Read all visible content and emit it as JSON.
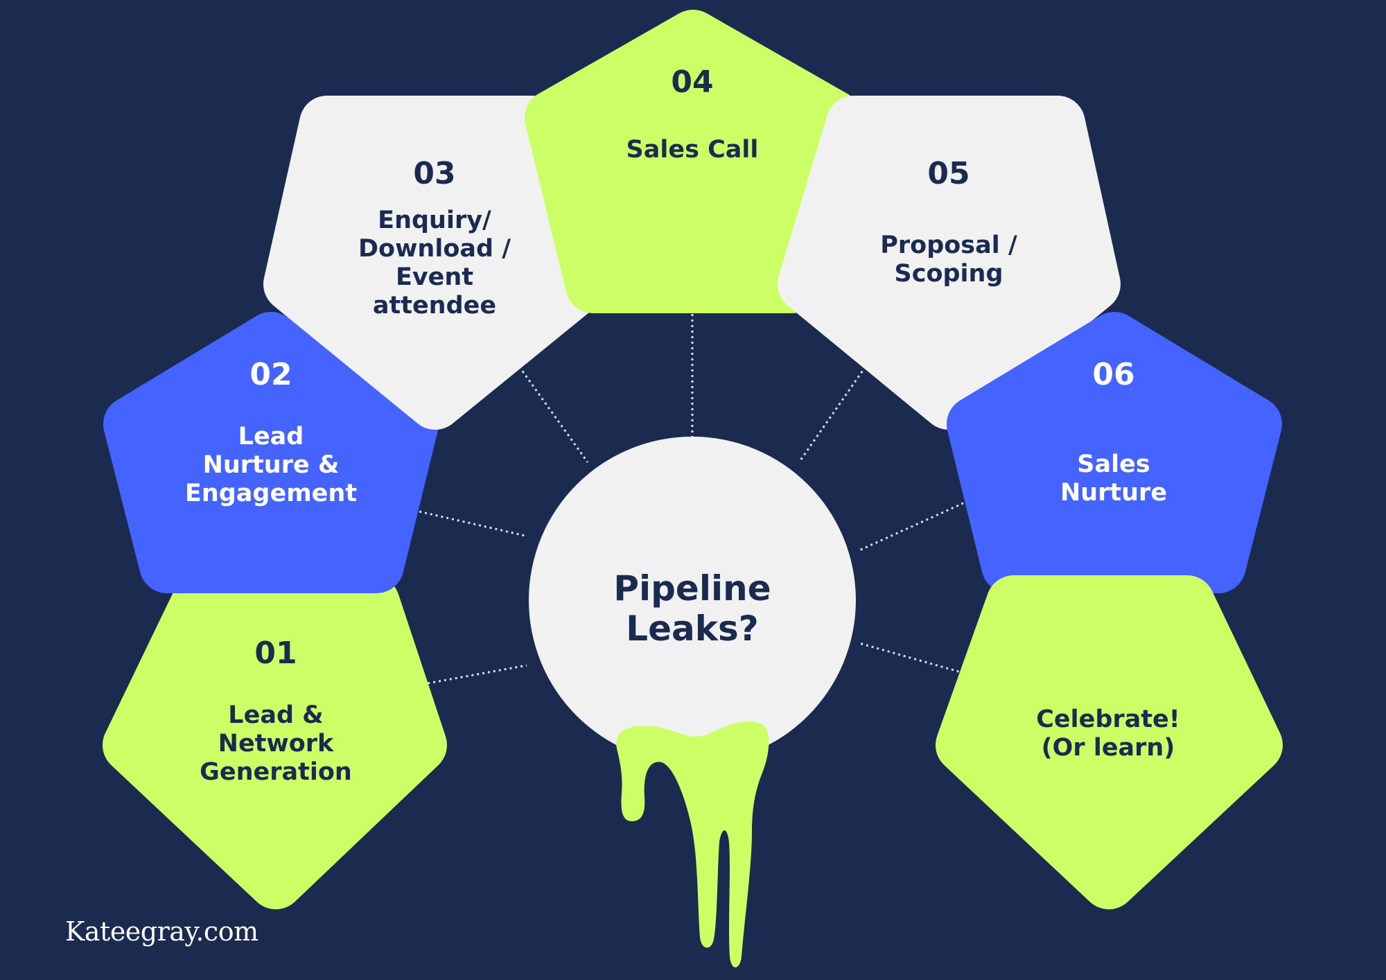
{
  "colors": {
    "background": "#1b2b50",
    "lime": "#ccff66",
    "light_gray": "#f0f1f0",
    "blue": "#4563ff",
    "dark_text": "#1b2b50",
    "white_text": "#ffffff"
  },
  "center": {
    "title_line1": "Pipeline",
    "title_line2": "Leaks?"
  },
  "steps": [
    {
      "number": "01",
      "lines": [
        "Lead &",
        "Network",
        "Generation"
      ],
      "color": "lime"
    },
    {
      "number": "02",
      "lines": [
        "Lead",
        "Nurture &",
        "Engagement"
      ],
      "color": "blue"
    },
    {
      "number": "03",
      "lines": [
        "Enquiry/",
        "Download /",
        "Event",
        "attendee"
      ],
      "color": "light_gray"
    },
    {
      "number": "04",
      "lines": [
        "Sales Call"
      ],
      "color": "lime"
    },
    {
      "number": "05",
      "lines": [
        "Proposal /",
        "Scoping"
      ],
      "color": "light_gray"
    },
    {
      "number": "06",
      "lines": [
        "Sales",
        "Nurture"
      ],
      "color": "blue"
    },
    {
      "number": "",
      "lines": [
        "Celebrate!",
        "(Or learn)"
      ],
      "color": "lime"
    }
  ],
  "brand": "Kateegray.com"
}
